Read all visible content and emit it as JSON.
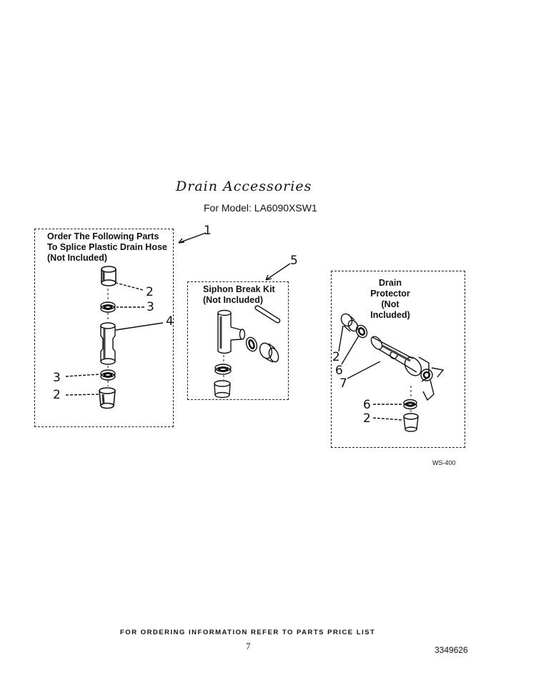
{
  "header": {
    "title": "Drain Accessories",
    "model": "For Model: LA6090XSW1"
  },
  "groups": [
    {
      "lines": [
        "Order The Following Parts",
        "To Splice Plastic Drain Hose",
        "(Not Included)"
      ],
      "ref": "1"
    },
    {
      "lines": [
        "Siphon Break Kit",
        "(Not Included)"
      ],
      "ref": "5"
    },
    {
      "lines": [
        "Drain Protector",
        "(Not Included)"
      ],
      "ref": ""
    }
  ],
  "callouts": {
    "g1_2a": "2",
    "g1_3a": "3",
    "g1_4": "4",
    "g1_3b": "3",
    "g1_2b": "2",
    "g3_2a": "2",
    "g3_6a": "6",
    "g3_7": "7",
    "g3_6b": "6",
    "g3_2b": "2"
  },
  "diagram_code": "WS-400",
  "footer": {
    "ordering": "FOR ORDERING INFORMATION REFER TO PARTS PRICE LIST",
    "page": "7",
    "part_number": "3349626"
  }
}
